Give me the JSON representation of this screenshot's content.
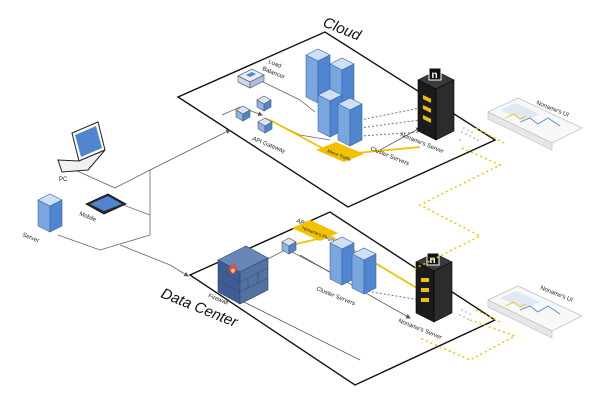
{
  "cloud": {
    "title": "Cloud",
    "load_balancer_line1": "Load",
    "load_balancer_line2": "Balancer",
    "api_gateway": "API Gateway",
    "mirror_traffic": "Mirror Traffic",
    "cluster_servers": "Cluster Servers",
    "noname_server": "Noname's Server"
  },
  "data_center": {
    "title": "Data Center",
    "firewall": "Firewall",
    "api_gateway": "API Gateway",
    "noname_plugin": "Noname's Plugin",
    "cluster_servers": "Cluster Servers",
    "noname_server": "Noname's Server"
  },
  "clients": {
    "pc": "PC",
    "mobile": "Mobile",
    "server": "Server"
  },
  "ui_panels": {
    "top": "Noname's UI",
    "bottom": "Noname's UI"
  },
  "colors": {
    "accent_yellow": "#f2c200",
    "server_blue": "#4f86cf",
    "server_light": "#a9c9ee",
    "firewall_blue": "#3f5d95",
    "noname_dark": "#1b1b1b"
  }
}
